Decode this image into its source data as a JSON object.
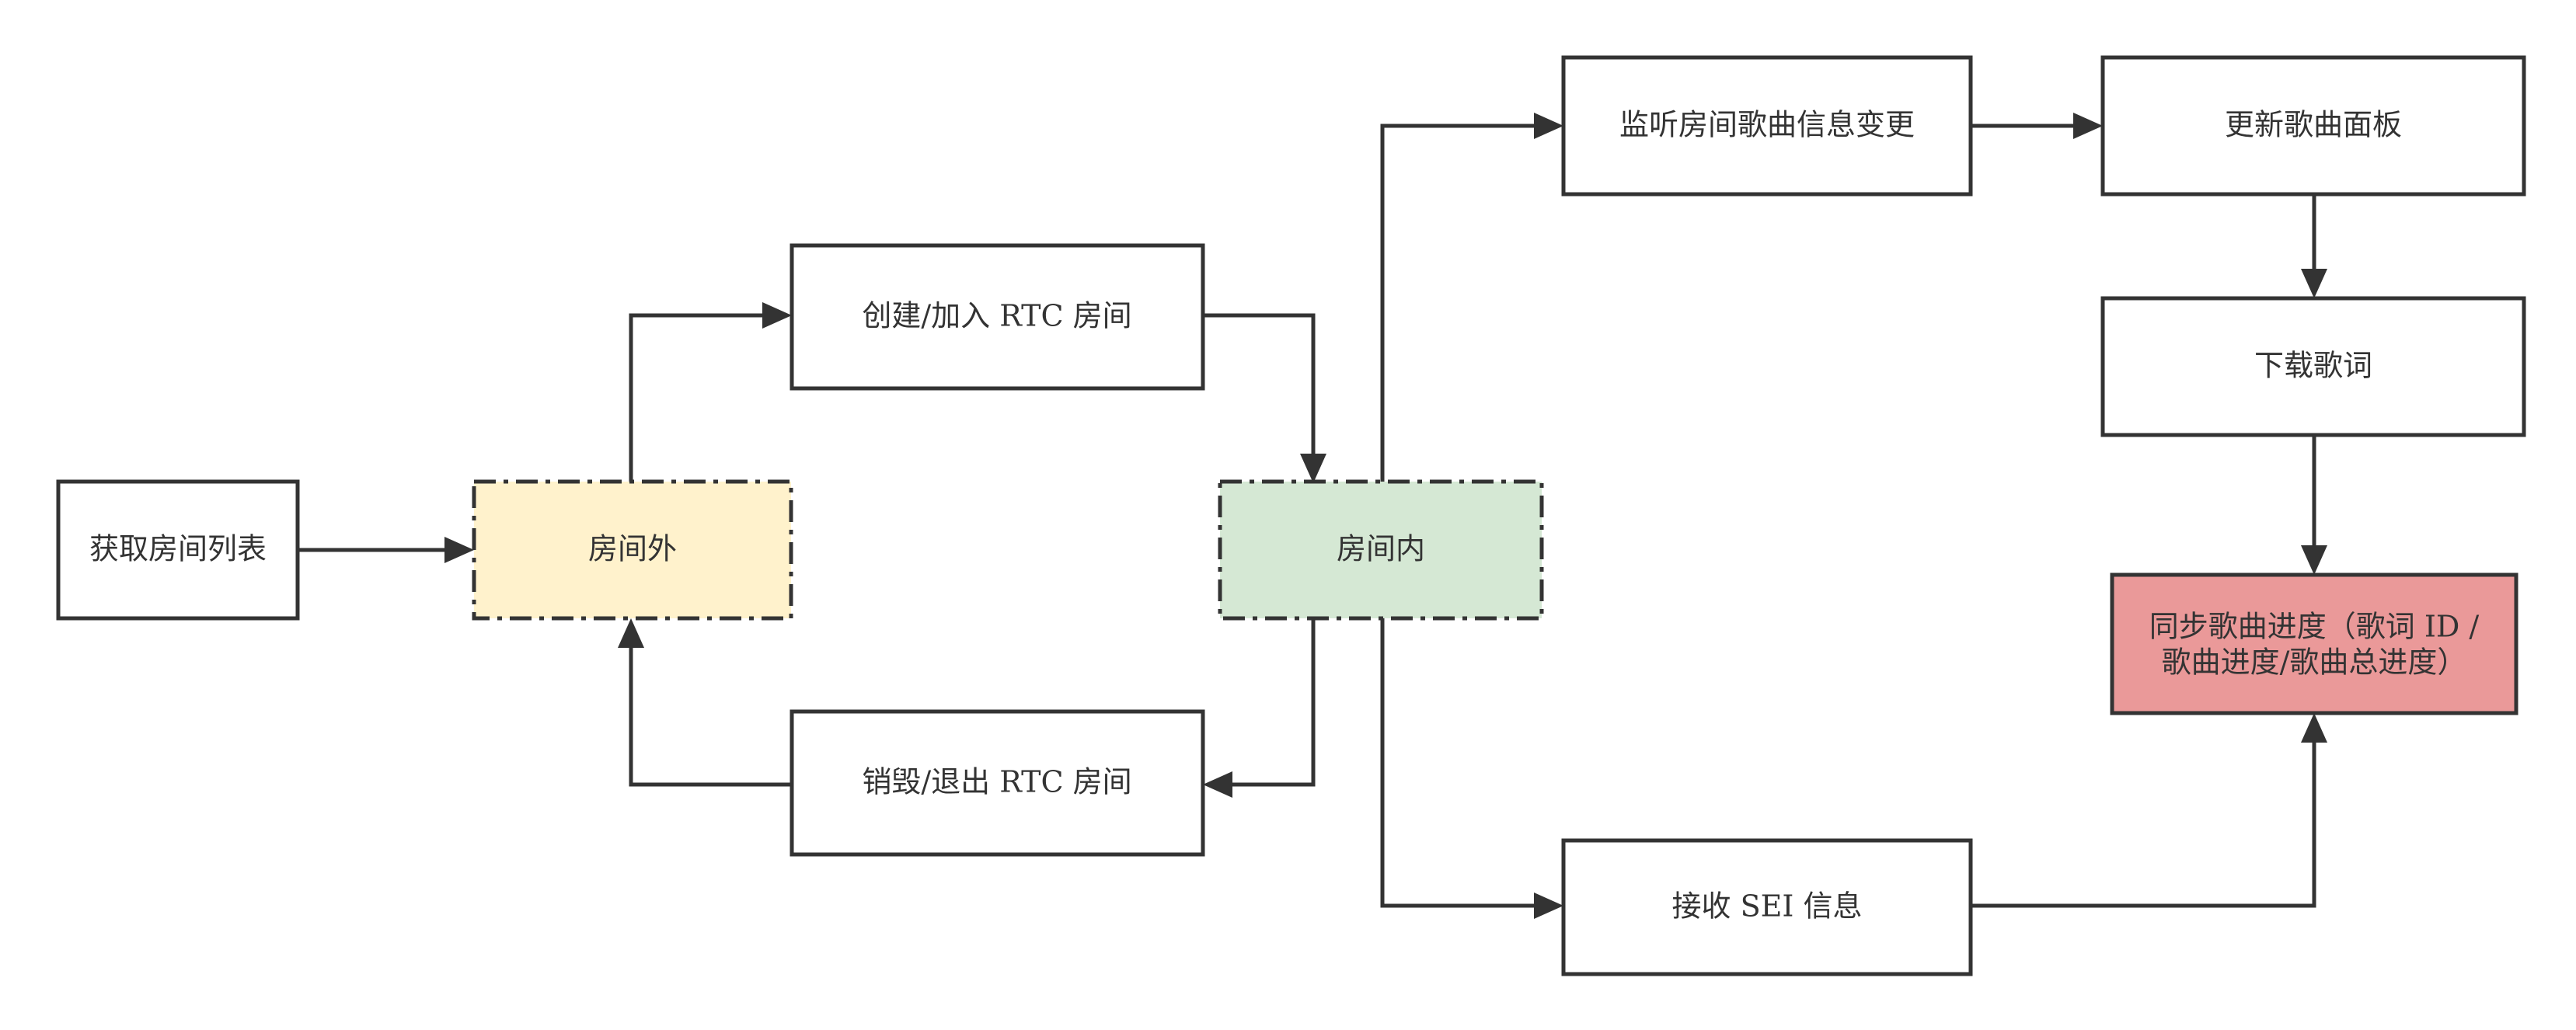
{
  "colors": {
    "stroke": "#333333",
    "text": "#333333",
    "box_fill": "#ffffff",
    "outside_fill": "#fff2cc",
    "inside_fill": "#d5e8d4",
    "sync_fill": "#ea9999"
  },
  "nodes": {
    "get_room_list": {
      "label": "获取房间列表"
    },
    "outside_room": {
      "label": "房间外"
    },
    "create_join_rtc": {
      "label": "创建/加入 RTC 房间"
    },
    "destroy_exit_rtc": {
      "label": "销毁/退出 RTC 房间"
    },
    "inside_room": {
      "label": "房间内"
    },
    "listen_song_info": {
      "label": "监听房间歌曲信息变更"
    },
    "update_song_panel": {
      "label": "更新歌曲面板"
    },
    "download_lyrics": {
      "label": "下载歌词"
    },
    "sync_progress": {
      "label_line1": "同步歌曲进度（歌词 ID /",
      "label_line2": "歌曲进度/歌曲总进度）"
    },
    "receive_sei": {
      "label": "接收 SEI 信息"
    }
  }
}
